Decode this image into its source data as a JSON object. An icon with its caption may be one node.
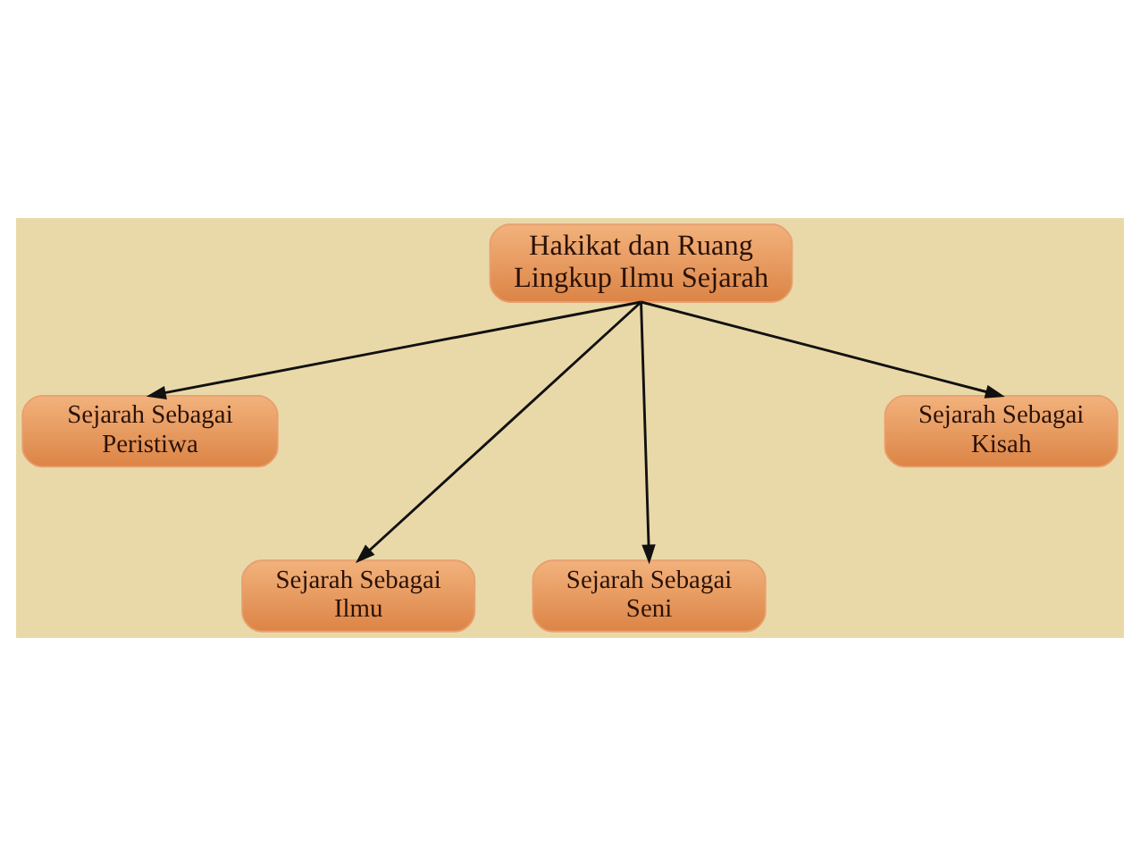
{
  "diagram": {
    "nodes": [
      {
        "text": [
          "Hakikat dan Ruang Lingkup Ilmu Sejarah"
        ]
      },
      {
        "text": [
          "Sejarah Sebagai Peristiwa"
        ]
      },
      {
        "text": [
          "Sejarah Sebagai Kisah"
        ]
      },
      {
        "text": [
          "Sejarah Sebagai Ilmu"
        ]
      },
      {
        "text": [
          "Sejarah Sebagai Seni"
        ]
      }
    ],
    "edges": [
      {
        "from": 0,
        "to": 1,
        "arrow": "to"
      },
      {
        "from": 0,
        "to": 2,
        "arrow": "to"
      },
      {
        "from": 0,
        "to": 3,
        "arrow": "to"
      },
      {
        "from": 0,
        "to": 4,
        "arrow": "to"
      }
    ]
  }
}
